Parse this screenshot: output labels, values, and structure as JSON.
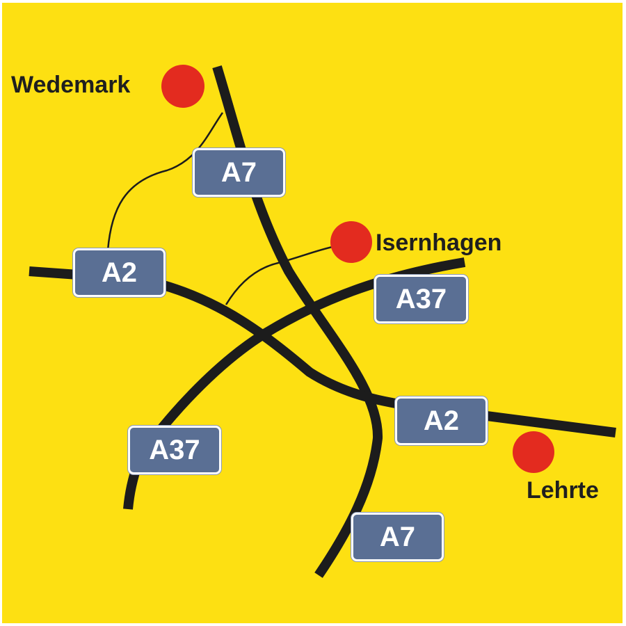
{
  "colors": {
    "background": "#fde012",
    "road": "#1c1c1c",
    "shield": "#5a6f94",
    "shield_text": "#ffffff",
    "town_dot": "#e32b1f",
    "town_text": "#1f1f1f"
  },
  "motorways": {
    "a7_north": "A7",
    "a7_south": "A7",
    "a2_west": "A2",
    "a2_east": "A2",
    "a37_north": "A37",
    "a37_south": "A37"
  },
  "towns": {
    "wedemark": "Wedemark",
    "isernhagen": "Isernhagen",
    "lehrte": "Lehrte"
  }
}
